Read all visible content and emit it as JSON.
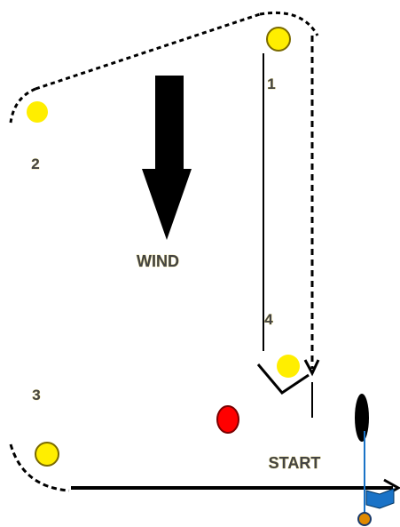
{
  "labels": {
    "wind": "WIND",
    "start": "START",
    "mark_1": "1",
    "mark_2": "2",
    "mark_3": "3",
    "mark_4": "4"
  },
  "colors": {
    "mark": "#ffee00",
    "mark_outline": "#c8b400",
    "committee_boat_mark": "#ff0000",
    "course_line": "#000000",
    "wind_arrow": "#000000",
    "flag": "#1a73c7",
    "flag_pole_ball": "#e08a00"
  },
  "icons": {
    "wind": "down-arrow-icon",
    "flag": "pin-flag-icon"
  }
}
